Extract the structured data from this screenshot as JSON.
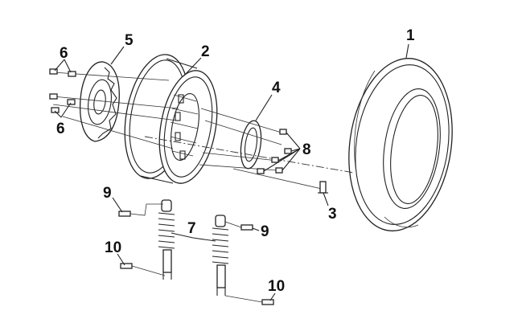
{
  "callouts": [
    {
      "id": "tire",
      "label": "1"
    },
    {
      "id": "rim",
      "label": "2"
    },
    {
      "id": "valve",
      "label": "3"
    },
    {
      "id": "sprocket-plate",
      "label": "4"
    },
    {
      "id": "brake-disc",
      "label": "5"
    },
    {
      "id": "disc-bolts-top",
      "label": "6"
    },
    {
      "id": "disc-bolts-bottom",
      "label": "6"
    },
    {
      "id": "shock-absorbers",
      "label": "7"
    },
    {
      "id": "plate-bolts",
      "label": "8"
    },
    {
      "id": "upper-bolt-left",
      "label": "9"
    },
    {
      "id": "upper-bolt-right",
      "label": "9"
    },
    {
      "id": "lower-bolt-left",
      "label": "10"
    },
    {
      "id": "lower-bolt-right",
      "label": "10"
    }
  ],
  "colors": {
    "line": "#222222",
    "background": "#ffffff"
  }
}
